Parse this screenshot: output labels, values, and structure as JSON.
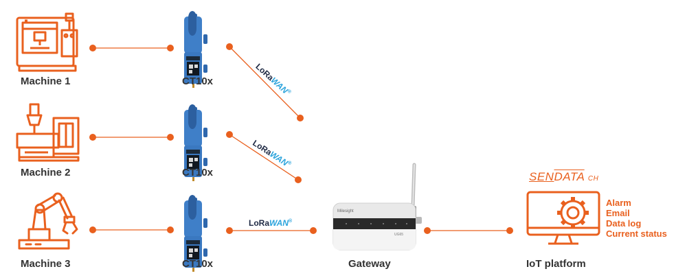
{
  "machines": [
    {
      "label": "Machine 1"
    },
    {
      "label": "Machine 2"
    },
    {
      "label": "Machine 3"
    }
  ],
  "sensors": [
    {
      "label": "CT10x"
    },
    {
      "label": "CT10x"
    },
    {
      "label": "CT10x"
    }
  ],
  "lorawan": {
    "part1": "LoRa",
    "part2": "WAN",
    "mark": "®"
  },
  "gateway": {
    "label": "Gateway",
    "device_brand": "Milesight",
    "model": "UG65"
  },
  "platform": {
    "label": "IoT platform",
    "brand_sen": "SEN",
    "brand_data": "DATA",
    "brand_suffix": "CH",
    "features": [
      "Alarm",
      "Email",
      "Data log",
      "Current status"
    ]
  },
  "colors": {
    "accent": "#e9601e",
    "sensor_blue": "#3f7fc8",
    "text": "#333333"
  },
  "icons": [
    "cnc-machine-icon",
    "injection-molding-icon",
    "robot-arm-icon",
    "ct-clamp-sensor",
    "gateway-device",
    "monitor-gear-icon"
  ]
}
